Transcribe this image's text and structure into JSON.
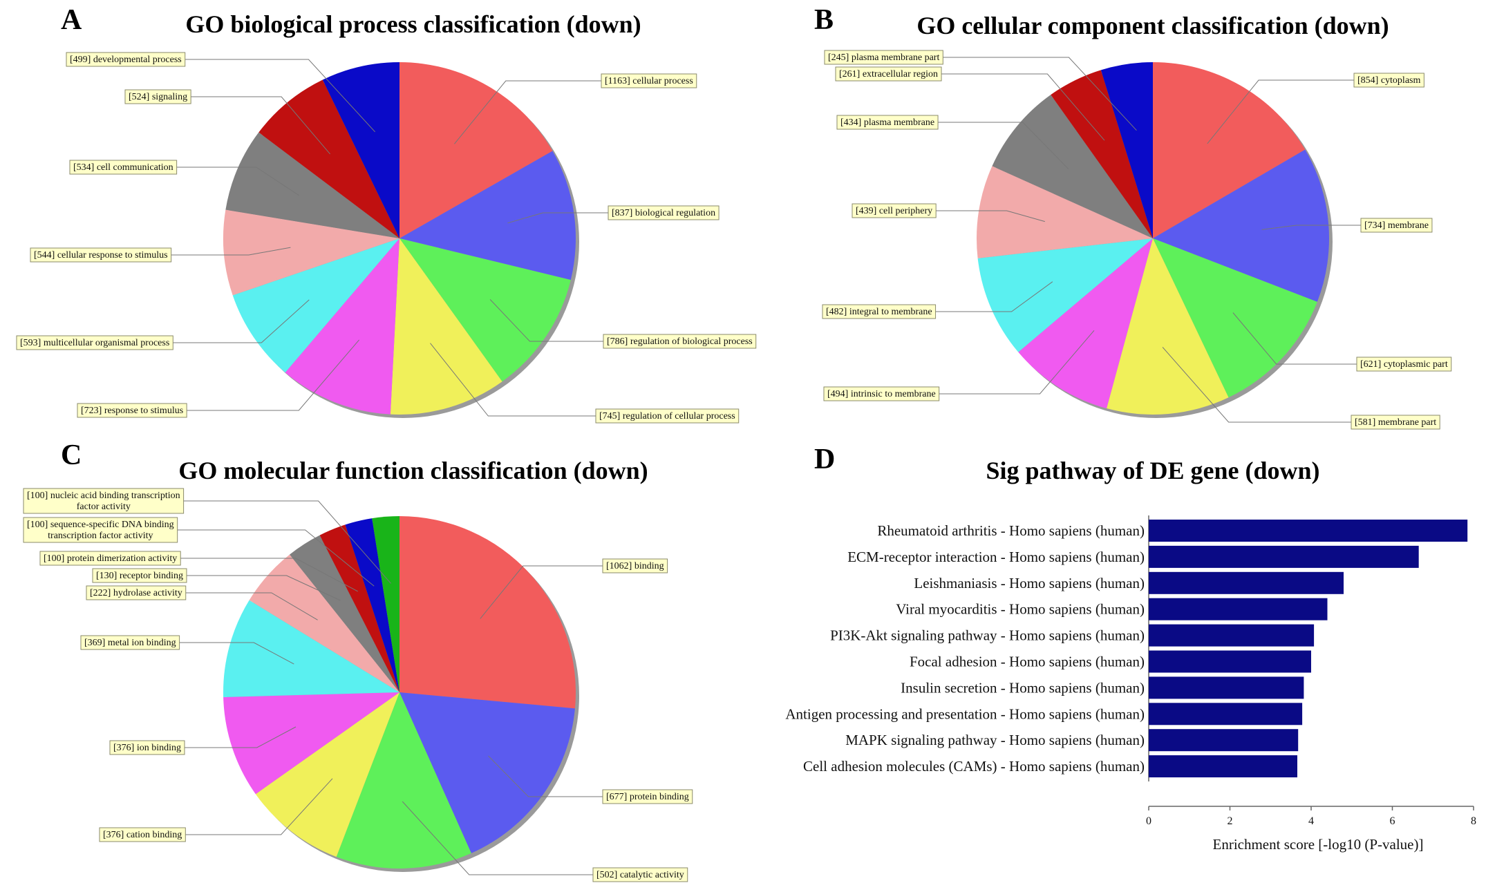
{
  "panels": {
    "A": {
      "letter": "A",
      "title": "GO biological process classification (down)"
    },
    "B": {
      "letter": "B",
      "title": "GO cellular component classification (down)"
    },
    "C": {
      "letter": "C",
      "title": "GO molecular function classification (down)"
    },
    "D": {
      "letter": "D",
      "title": "Sig pathway of DE gene (down)"
    }
  },
  "colors": [
    "#f25c5c",
    "#5b5bef",
    "#5ef05a",
    "#f0f05a",
    "#f05af0",
    "#5af0f0",
    "#f2aaaa",
    "#7f7f7f",
    "#c01010",
    "#0a0ac8",
    "#19b419"
  ],
  "chart_data": [
    {
      "type": "pie",
      "title": "GO biological process classification (down)",
      "categories": [
        "cellular process",
        "biological regulation",
        "regulation of biological process",
        "regulation of cellular process",
        "response to stimulus",
        "multicellular organismal process",
        "cellular response to stimulus",
        "cell communication",
        "signaling",
        "developmental process"
      ],
      "values": [
        1163,
        837,
        786,
        745,
        723,
        593,
        544,
        534,
        524,
        499
      ],
      "labels": [
        "[1163] cellular process",
        "[837] biological regulation",
        "[786] regulation of biological process",
        "[745] regulation of cellular process",
        "[723] response to stimulus",
        "[593] multicellular organismal process",
        "[544] cellular response to stimulus",
        "[534] cell communication",
        "[524] signaling",
        "[499] developmental process"
      ]
    },
    {
      "type": "pie",
      "title": "GO cellular component classification (down)",
      "categories": [
        "cytoplasm",
        "membrane",
        "cytoplasmic part",
        "membrane part",
        "intrinsic to membrane",
        "integral to membrane",
        "cell periphery",
        "plasma membrane",
        "extracellular region",
        "plasma membrane part"
      ],
      "values": [
        854,
        734,
        621,
        581,
        494,
        482,
        439,
        434,
        261,
        245
      ],
      "labels": [
        "[854] cytoplasm",
        "[734] membrane",
        "[621] cytoplasmic part",
        "[581] membrane part",
        "[494] intrinsic to membrane",
        "[482] integral to membrane",
        "[439] cell periphery",
        "[434] plasma membrane",
        "[261] extracellular region",
        "[245] plasma membrane part"
      ]
    },
    {
      "type": "pie",
      "title": "GO molecular function classification (down)",
      "categories": [
        "binding",
        "protein binding",
        "catalytic activity",
        "cation binding",
        "ion binding",
        "metal ion binding",
        "hydrolase activity",
        "receptor binding",
        "protein dimerization activity",
        "sequence-specific DNA binding transcription factor activity",
        "nucleic acid binding transcription factor activity"
      ],
      "values": [
        1062,
        677,
        502,
        376,
        376,
        369,
        222,
        130,
        100,
        100,
        100
      ],
      "labels": [
        [
          "[1062] binding"
        ],
        [
          "[677] protein binding"
        ],
        [
          "[502] catalytic activity"
        ],
        [
          "[376] cation binding"
        ],
        [
          "[376] ion binding"
        ],
        [
          "[369] metal ion binding"
        ],
        [
          "[222] hydrolase activity"
        ],
        [
          "[130] receptor binding"
        ],
        [
          "[100] protein dimerization activity"
        ],
        [
          "[100] sequence-specific DNA binding",
          "transcription factor activity"
        ],
        [
          "[100] nucleic acid binding transcription",
          "factor activity"
        ]
      ]
    },
    {
      "type": "bar",
      "orientation": "horizontal",
      "title": "Sig pathway of DE gene (down)",
      "categories": [
        "Rheumatoid arthritis - Homo sapiens (human)",
        "ECM-receptor interaction - Homo sapiens (human)",
        "Leishmaniasis - Homo sapiens (human)",
        "Viral myocarditis - Homo sapiens (human)",
        "PI3K-Akt signaling pathway - Homo sapiens (human)",
        "Focal adhesion - Homo sapiens (human)",
        "Insulin secretion - Homo sapiens (human)",
        "Antigen processing and presentation - Homo sapiens (human)",
        "MAPK signaling pathway - Homo sapiens (human)",
        "Cell adhesion molecules (CAMs) - Homo sapiens (human)"
      ],
      "values": [
        7.85,
        6.65,
        4.8,
        4.4,
        4.07,
        4.0,
        3.82,
        3.78,
        3.68,
        3.66
      ],
      "xlabel": "Enrichment score [-log10 (P-value)]",
      "xlim": [
        0,
        8
      ],
      "xticks": [
        0,
        2,
        4,
        6,
        8
      ],
      "bar_color": "#0a0a85"
    }
  ]
}
